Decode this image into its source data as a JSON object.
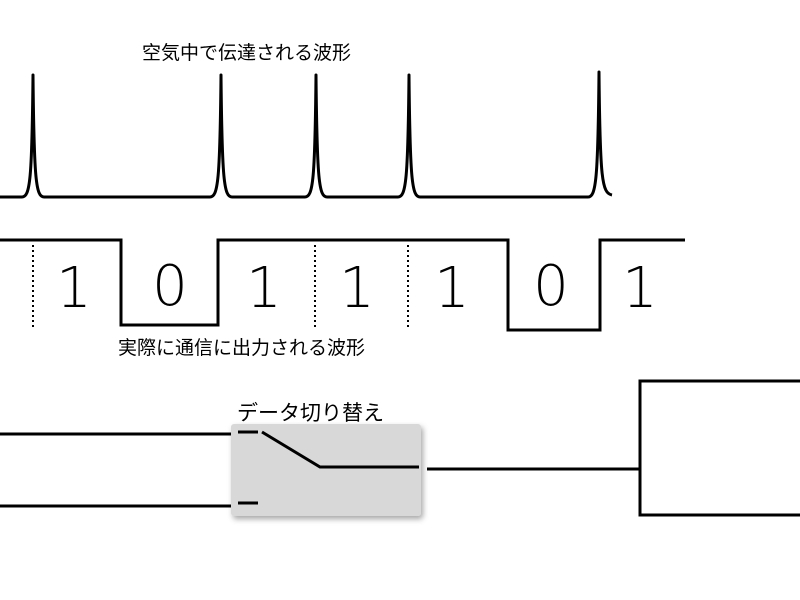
{
  "labels": {
    "top_waveform": "空気中で伝達される波形",
    "bottom_waveform": "実際に通信に出力される波形",
    "switch": "データ切り替え"
  },
  "bits": [
    "1",
    "0",
    "1",
    "1",
    "1",
    "0",
    "1"
  ],
  "colors": {
    "stroke": "#000000",
    "switch_box": "#d8d8d8",
    "background": "#ffffff"
  }
}
